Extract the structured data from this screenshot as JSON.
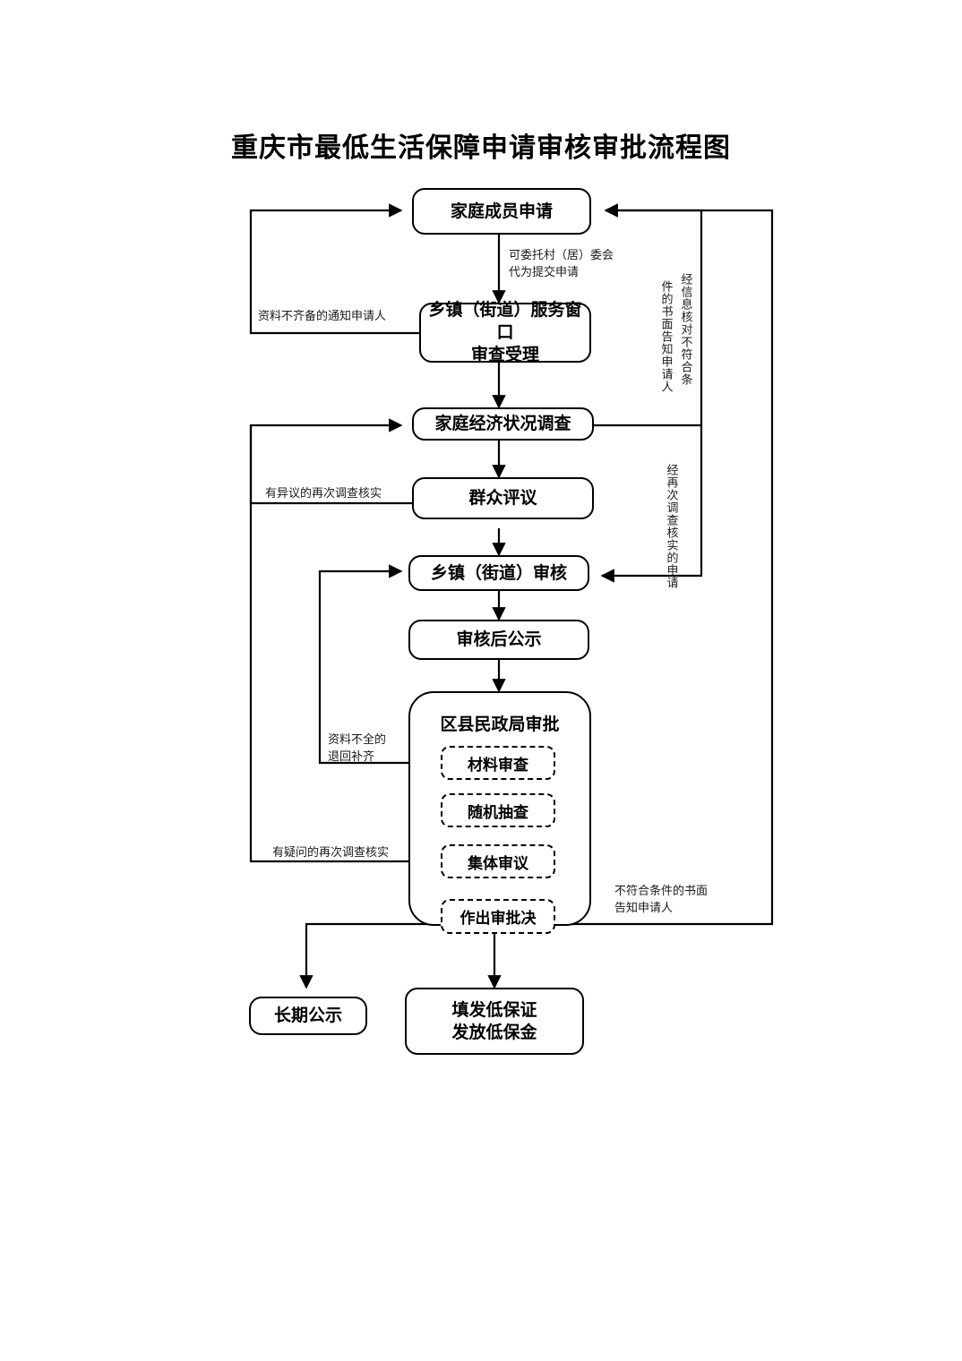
{
  "chart_data": {
    "type": "diagram",
    "title": "重庆市最低生活保障申请审核审批流程图",
    "diagram_kind": "flowchart",
    "orientation": "top-to-bottom",
    "nodes": [
      {
        "id": "apply",
        "label": "家庭成员申请",
        "shape": "rounded-rect"
      },
      {
        "id": "window",
        "label": "乡镇（街道）服务窗口\n审查受理",
        "shape": "rounded-rect"
      },
      {
        "id": "survey",
        "label": "家庭经济状况调查",
        "shape": "rounded-rect"
      },
      {
        "id": "review",
        "label": "群众评议",
        "shape": "rounded-rect"
      },
      {
        "id": "township",
        "label": "乡镇（街道）审核",
        "shape": "rounded-rect"
      },
      {
        "id": "publicity",
        "label": "审核后公示",
        "shape": "rounded-rect"
      },
      {
        "id": "approval",
        "label": "区县民政局审批",
        "shape": "group"
      },
      {
        "id": "material",
        "label": "材料审查",
        "shape": "dashed-rect"
      },
      {
        "id": "random",
        "label": "随机抽查",
        "shape": "dashed-rect"
      },
      {
        "id": "collective",
        "label": "集体审议",
        "shape": "dashed-rect"
      },
      {
        "id": "decision",
        "label": "作出审批决",
        "shape": "dashed-rect"
      },
      {
        "id": "longterm",
        "label": "长期公示",
        "shape": "rounded-rect"
      },
      {
        "id": "issue",
        "label": "填发低保证\n发放低保金",
        "shape": "rounded-rect"
      }
    ],
    "edge_labels": [
      {
        "id": "delegate",
        "text": "可委托村（居）委会\n代为提交申请",
        "orientation": "horizontal"
      },
      {
        "id": "incomplete",
        "text": "资料不齐备的通知申请人",
        "orientation": "horizontal"
      },
      {
        "id": "mismatch",
        "text": "经信息核对不符合条\n件的书面告知申请人",
        "orientation": "vertical"
      },
      {
        "id": "objection",
        "text": "有异议的再次调查核实",
        "orientation": "horizontal"
      },
      {
        "id": "reverified",
        "text": "经再次调查核实的申请",
        "orientation": "vertical"
      },
      {
        "id": "returnfix",
        "text": "资料不全的\n退回补齐",
        "orientation": "horizontal"
      },
      {
        "id": "question",
        "text": "有疑问的再次调查核实",
        "orientation": "horizontal"
      },
      {
        "id": "noteligible",
        "text": "不符合条件的书面\n告知申请人",
        "orientation": "horizontal"
      }
    ],
    "edges": [
      {
        "from": "apply",
        "to": "window",
        "label": "可委托村（居）委会代为提交申请"
      },
      {
        "from": "window",
        "to": "survey",
        "label": ""
      },
      {
        "from": "window",
        "to": "apply",
        "label": "资料不齐备的通知申请人"
      },
      {
        "from": "survey",
        "to": "review",
        "label": ""
      },
      {
        "from": "survey",
        "to": "apply",
        "label": "经信息核对不符合条件的书面告知申请人"
      },
      {
        "from": "review",
        "to": "survey",
        "label": "有异议的再次调查核实"
      },
      {
        "from": "review",
        "to": "township",
        "label": ""
      },
      {
        "from": "township",
        "to": "publicity",
        "label": ""
      },
      {
        "from": "publicity",
        "to": "approval",
        "label": ""
      },
      {
        "from": "material",
        "to": "township",
        "label": "资料不全的退回补齐"
      },
      {
        "from": "collective",
        "to": "survey",
        "label": "有疑问的再次调查核实"
      },
      {
        "from": "decision",
        "to": "apply",
        "label": "不符合条件的书面告知申请人"
      },
      {
        "from": "decision",
        "to": "longterm",
        "label": ""
      },
      {
        "from": "decision",
        "to": "issue",
        "label": ""
      },
      {
        "from": "apply",
        "to": "township",
        "label": "经再次调查核实的申请"
      }
    ],
    "colors": {
      "line": "#000000",
      "box_fill": "#ffffff",
      "text": "#000000",
      "label_text": "#1a1a1a"
    }
  },
  "nodes": {
    "apply": "家庭成员申请",
    "window": "乡镇（街道）服务窗口\n审查受理",
    "survey": "家庭经济状况调查",
    "review": "群众评议",
    "township": "乡镇（街道）审核",
    "publicity": "审核后公示",
    "approval": "区县民政局审批",
    "material": "材料审查",
    "random": "随机抽查",
    "collective": "集体审议",
    "decision": "作出审批决",
    "longterm": "长期公示",
    "issue": "填发低保证\n发放低保金"
  },
  "labels": {
    "delegate": "可委托村（居）委会\n代为提交申请",
    "incomplete": "资料不齐备的通知申请人",
    "mismatch_a": "经信息核对不符合条",
    "mismatch_b": "件的书面告知申请人",
    "objection": "有异议的再次调查核实",
    "reverified": "经再次调查核实的申请",
    "returnfix": "资料不全的\n退回补齐",
    "question": "有疑问的再次调查核实",
    "noteligible": "不符合条件的书面\n告知申请人"
  },
  "title": "重庆市最低生活保障申请审核审批流程图"
}
